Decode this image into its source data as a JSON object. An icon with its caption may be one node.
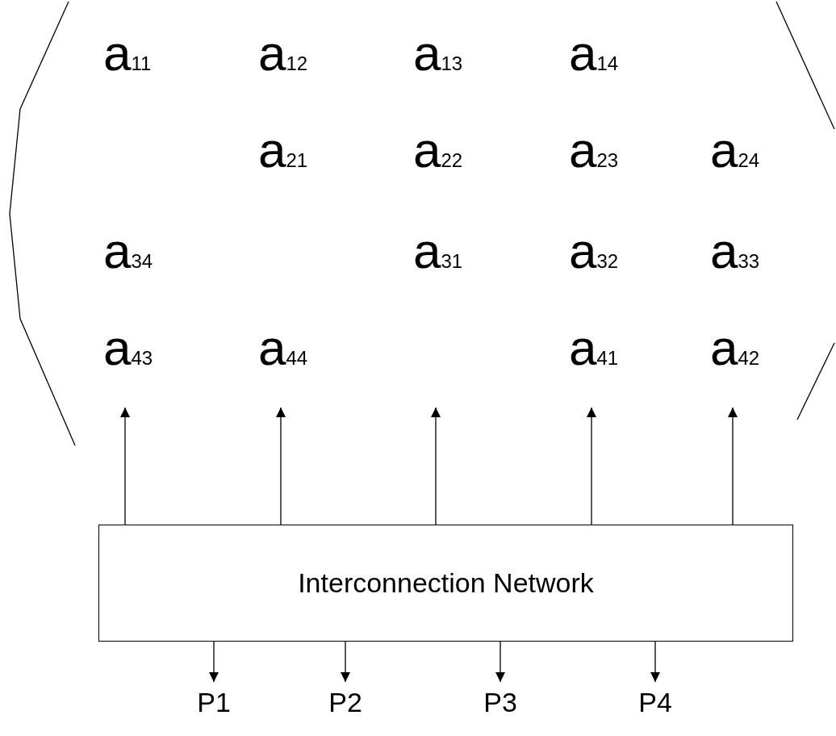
{
  "diagram": {
    "nodes": [
      {
        "text": [
          "Interconnection Network"
        ]
      },
      {
        "text": [
          "P1"
        ]
      },
      {
        "text": [
          "P2"
        ]
      },
      {
        "text": [
          "P3"
        ]
      },
      {
        "text": [
          "P4"
        ]
      }
    ],
    "edges": [
      {
        "from": 0,
        "to": null,
        "arrow": "to"
      },
      {
        "from": 0,
        "to": null,
        "arrow": "to"
      },
      {
        "from": 0,
        "to": null,
        "arrow": "to"
      },
      {
        "from": 0,
        "to": null,
        "arrow": "to"
      },
      {
        "from": 0,
        "to": null,
        "arrow": "to"
      },
      {
        "from": 0,
        "to": 1,
        "arrow": "to"
      },
      {
        "from": 0,
        "to": 2,
        "arrow": "to"
      },
      {
        "from": 0,
        "to": 3,
        "arrow": "to"
      },
      {
        "from": 0,
        "to": 4,
        "arrow": "to"
      }
    ],
    "labels": [
      "a$_{11}$",
      "a$_{12}$",
      "a$_{13}$",
      "a$_{14}$",
      "a$_{21}$",
      "a$_{22}$",
      "a$_{23}$",
      "a$_{24}$",
      "a$_{34}$",
      "a$_{31}$",
      "a$_{32}$",
      "a$_{33}$",
      "a$_{43}$",
      "a$_{44}$",
      "a$_{41}$",
      "a$_{42}$"
    ]
  }
}
